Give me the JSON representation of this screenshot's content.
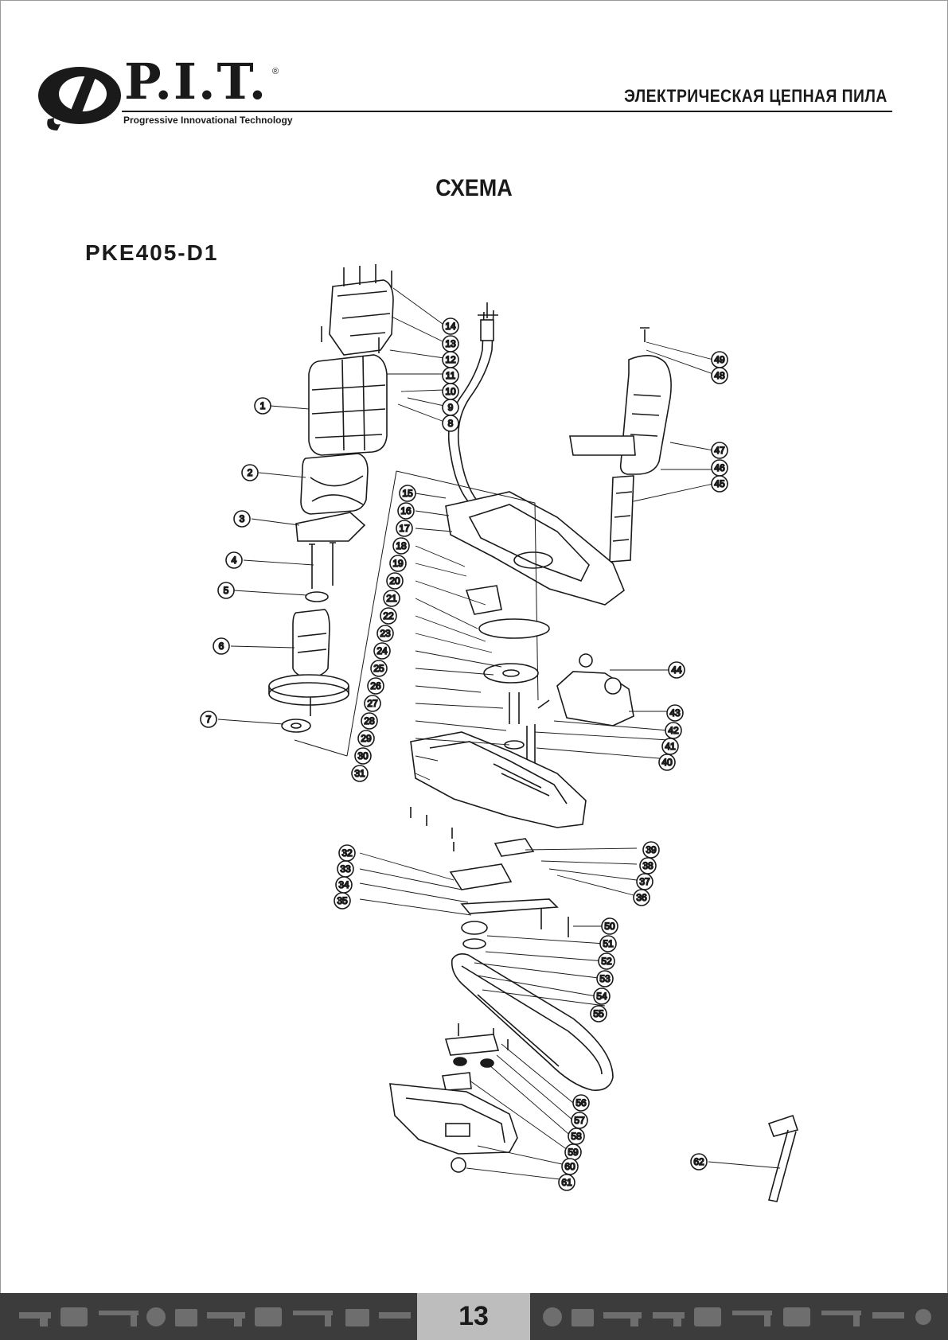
{
  "header": {
    "brand_name": "P.I.T.",
    "registered_mark": "®",
    "tagline": "Progressive Innovational Technology",
    "doc_title": "ЭЛЕКТРИЧЕСКАЯ ЦЕПНАЯ ПИЛА"
  },
  "section_title": "СХЕМА",
  "model": "PKE405-D1",
  "callouts": {
    "right_upper": [
      "14",
      "13",
      "12",
      "11",
      "10",
      "9",
      "8"
    ],
    "handle": [
      "49",
      "48",
      "47",
      "46",
      "45"
    ],
    "left": [
      "1",
      "2",
      "3",
      "4",
      "5",
      "6",
      "7"
    ],
    "middle": [
      "15",
      "16",
      "17",
      "18",
      "19",
      "20",
      "21",
      "22",
      "23",
      "24",
      "25",
      "26",
      "27",
      "28",
      "29",
      "30",
      "31"
    ],
    "switch": [
      "44",
      "43",
      "42",
      "41",
      "40"
    ],
    "lower_right": [
      "39",
      "38",
      "37",
      "36"
    ],
    "lower_left": [
      "32",
      "33",
      "34",
      "35"
    ],
    "bar": [
      "50",
      "51",
      "52",
      "53",
      "54",
      "55"
    ],
    "cover": [
      "56",
      "57",
      "58",
      "59",
      "60",
      "61"
    ],
    "key": [
      "62"
    ]
  },
  "footer": {
    "page_number": "13"
  },
  "colors": {
    "ink": "#1a1a1a",
    "footer_bg": "#3c3c3c",
    "page_box": "#bdbdbd",
    "icon": "#6e6e6e"
  }
}
